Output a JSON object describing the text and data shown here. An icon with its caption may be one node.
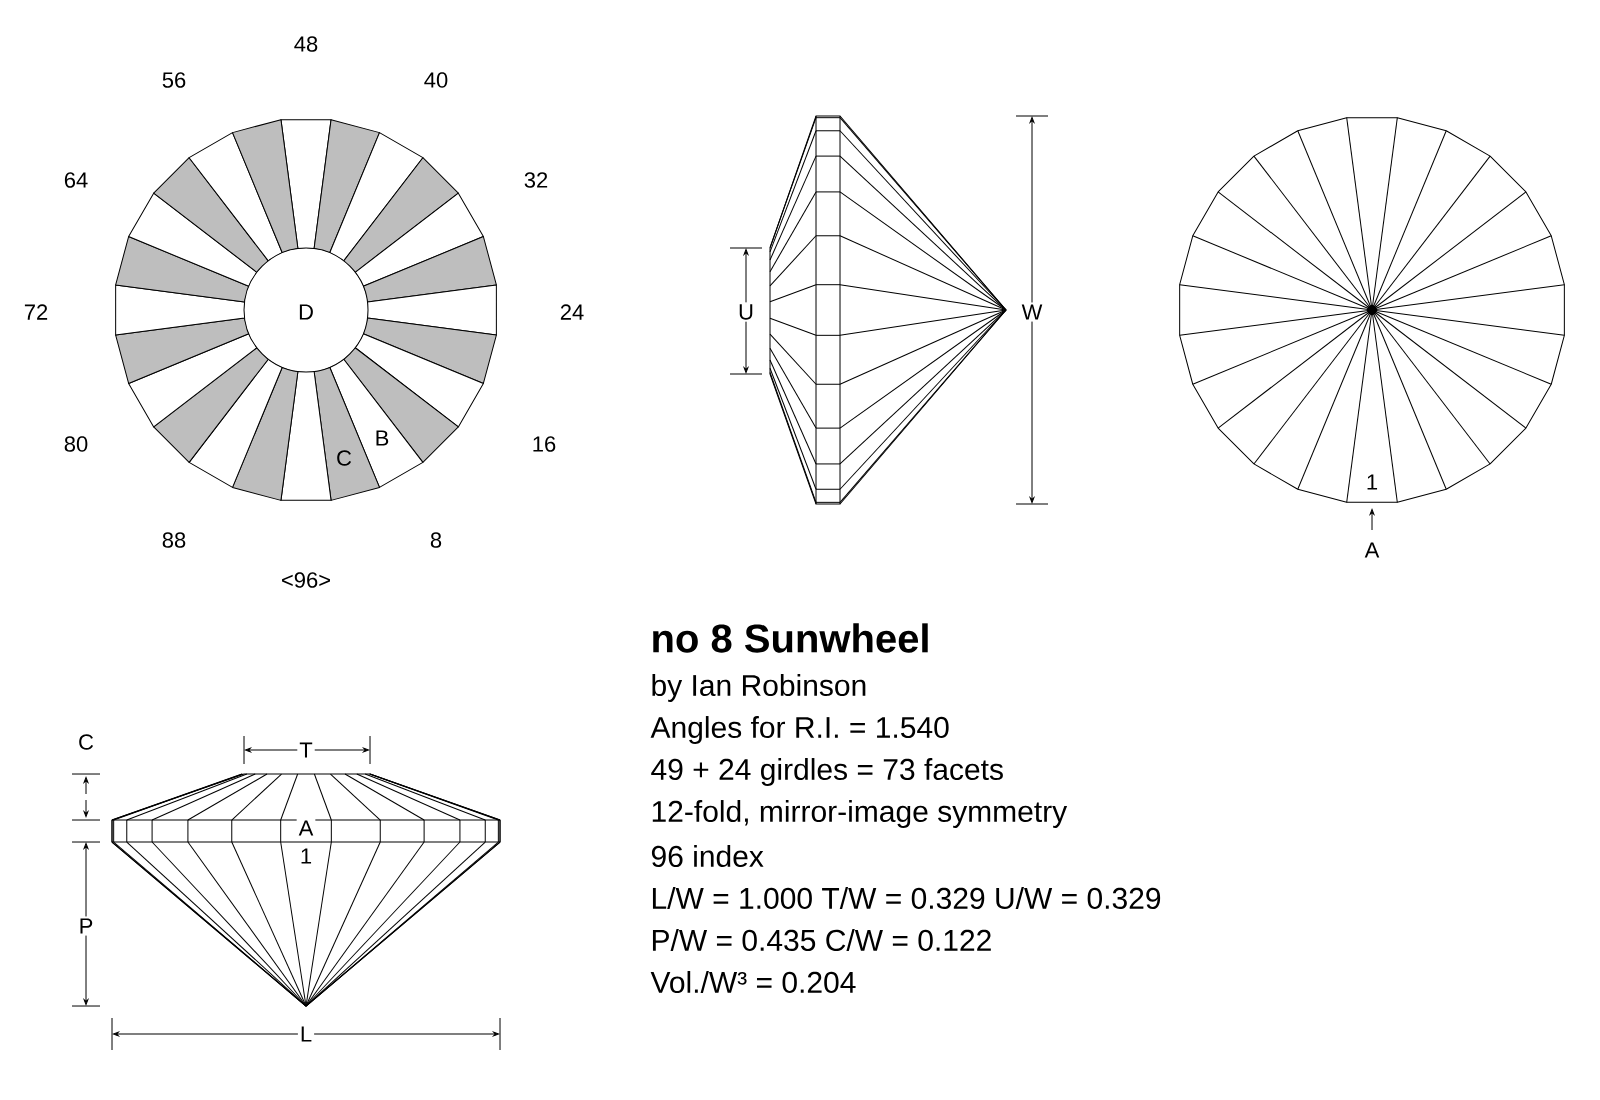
{
  "diagram": {
    "title": "no 8 Sunwheel",
    "labels": [
      "48",
      "56",
      "40",
      "64",
      "32",
      "72",
      "D",
      "24",
      "80",
      "C",
      "B",
      "16",
      "88",
      "8",
      "<96>",
      "U",
      "W",
      "1",
      "A",
      "C",
      "T",
      "A",
      "1",
      "P",
      "L",
      "by Ian Robinson",
      "Angles for R.I. = 1.540",
      "49 + 24 girdles = 73 facets",
      "12-fold, mirror-image symmetry",
      "96 index",
      "L/W = 1.000  T/W = 0.329  U/W = 0.329",
      "P/W = 0.435  C/W = 0.122",
      "Vol./W³ = 0.204"
    ]
  }
}
